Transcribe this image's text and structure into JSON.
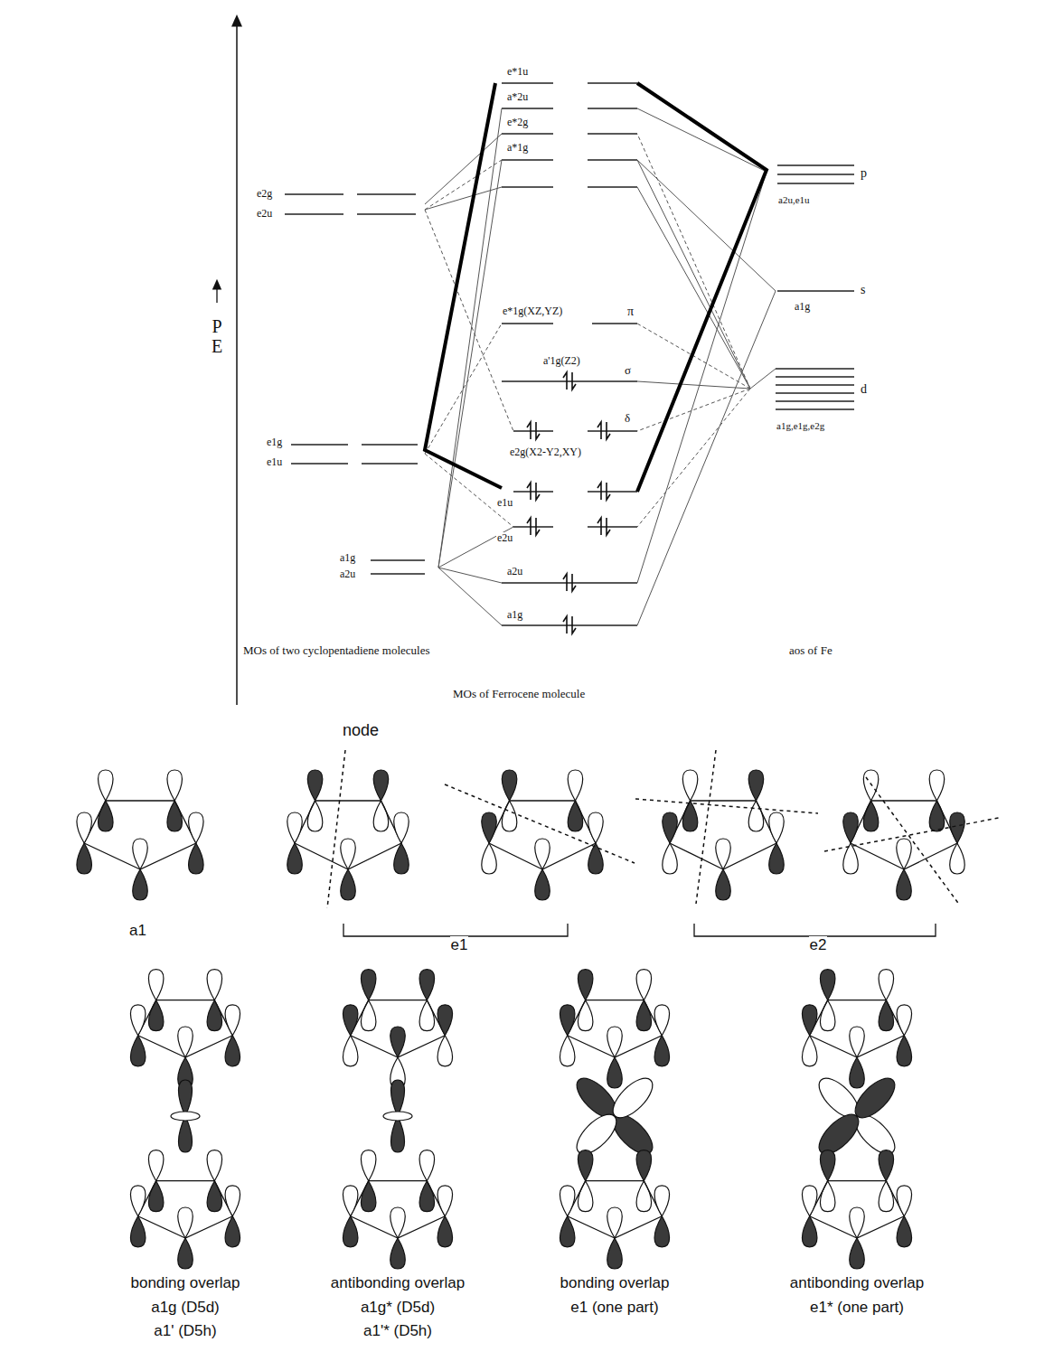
{
  "diagram": {
    "labels": [
      "P E",
      "e2g",
      "e2u",
      "e1g",
      "e1u",
      "a1g",
      "a2u",
      "e*1u",
      "a*2u",
      "e*2g",
      "a*1g",
      "e*1g(XZ,YZ)",
      "π",
      "a'1g(Z2)",
      "σ",
      "δ",
      "e2g(X2-Y2,XY)",
      "e1u",
      "e2u",
      "a2u",
      "a1g",
      "p",
      "a2u,e1u",
      "s",
      "a1g",
      "d",
      "a1g,e1g,e2g",
      "MOs of two cyclopentadiene molecules",
      "aos of Fe",
      "MOs of Ferrocene molecule",
      "node",
      "a1",
      "e1",
      "e2",
      "bonding overlap",
      "a1g (D5d)",
      "a1' (D5h)",
      "antibonding overlap",
      "a1g* (D5d)",
      "a1'* (D5h)",
      "bonding overlap",
      "e1 (one part)",
      "antibonding overlap",
      "e1* (one part)"
    ]
  }
}
